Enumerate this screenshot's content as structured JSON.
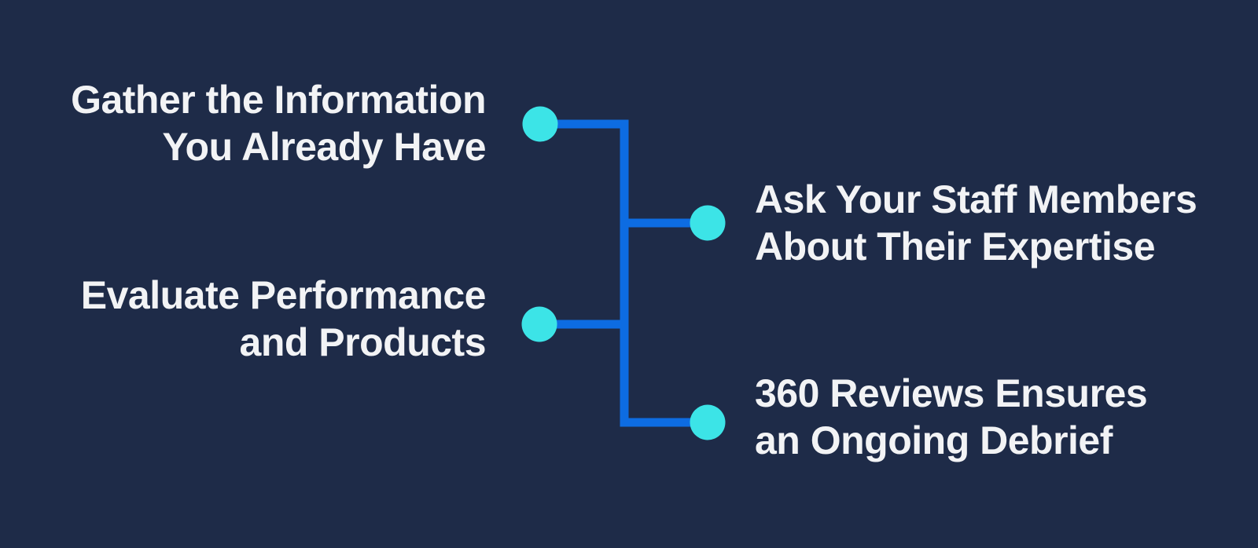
{
  "diagram": {
    "type": "mind-map-branches",
    "items": [
      {
        "id": "gather-information",
        "side": "left",
        "lines": [
          "Gather the Information",
          "You Already Have"
        ]
      },
      {
        "id": "ask-staff",
        "side": "right",
        "lines": [
          "Ask Your Staff Members",
          "About Their Expertise"
        ]
      },
      {
        "id": "evaluate-performance",
        "side": "left",
        "lines": [
          "Evaluate Performance",
          "and Products"
        ]
      },
      {
        "id": "360-reviews",
        "side": "right",
        "lines": [
          "360 Reviews Ensures",
          "an Ongoing Debrief"
        ]
      }
    ]
  },
  "colors": {
    "background": "#1e2b48",
    "connector_blue": "#0d6ce2",
    "node_cyan": "#3ce4e7",
    "text": "#f2f3f5"
  }
}
